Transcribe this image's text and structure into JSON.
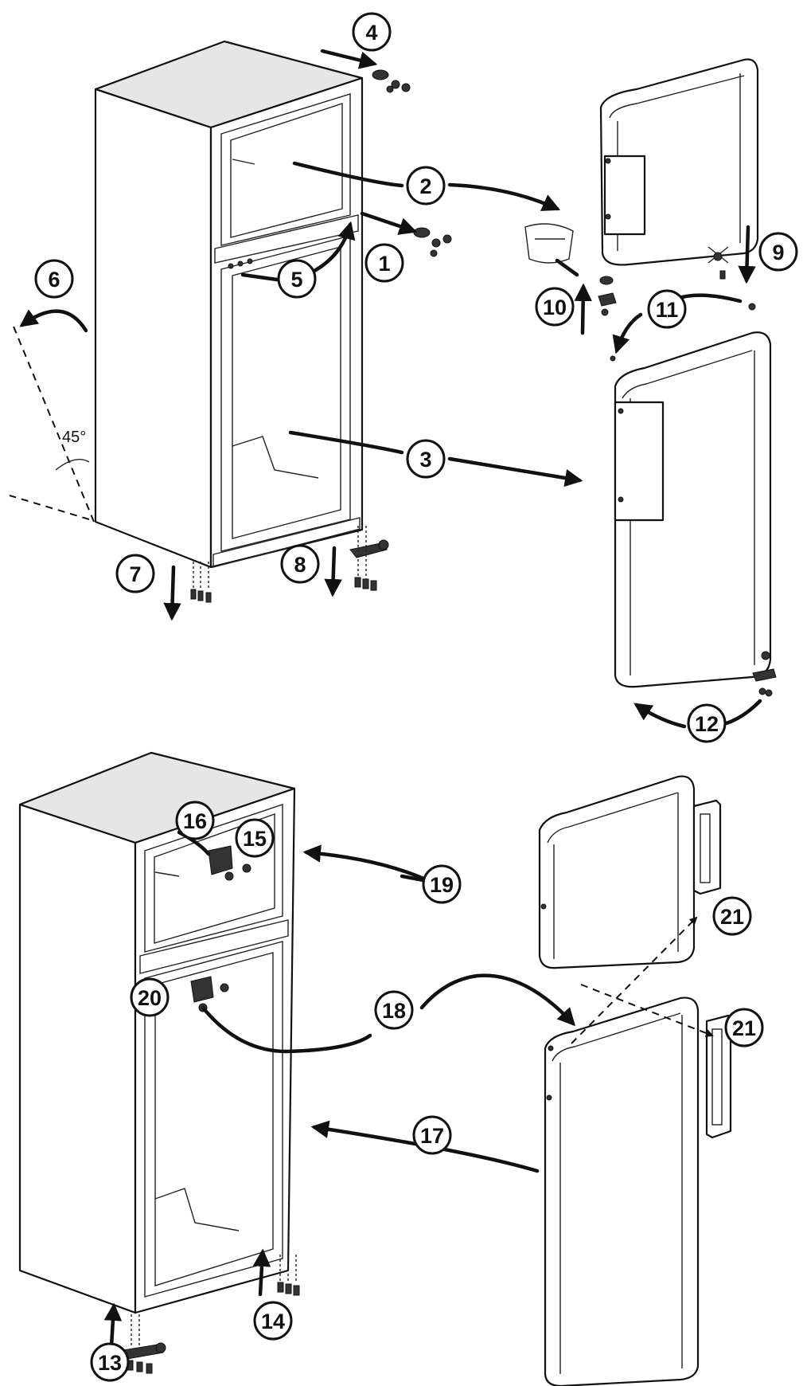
{
  "steps": {
    "s1": "1",
    "s2": "2",
    "s3": "3",
    "s4": "4",
    "s5": "5",
    "s6": "6",
    "s7": "7",
    "s8": "8",
    "s9": "9",
    "s10": "10",
    "s11": "11",
    "s12": "12",
    "s13": "13",
    "s14": "14",
    "s15": "15",
    "s16": "16",
    "s17": "17",
    "s18": "18",
    "s19": "19",
    "s20": "20",
    "s21a": "21",
    "s21b": "21"
  },
  "angle_label": "45°"
}
